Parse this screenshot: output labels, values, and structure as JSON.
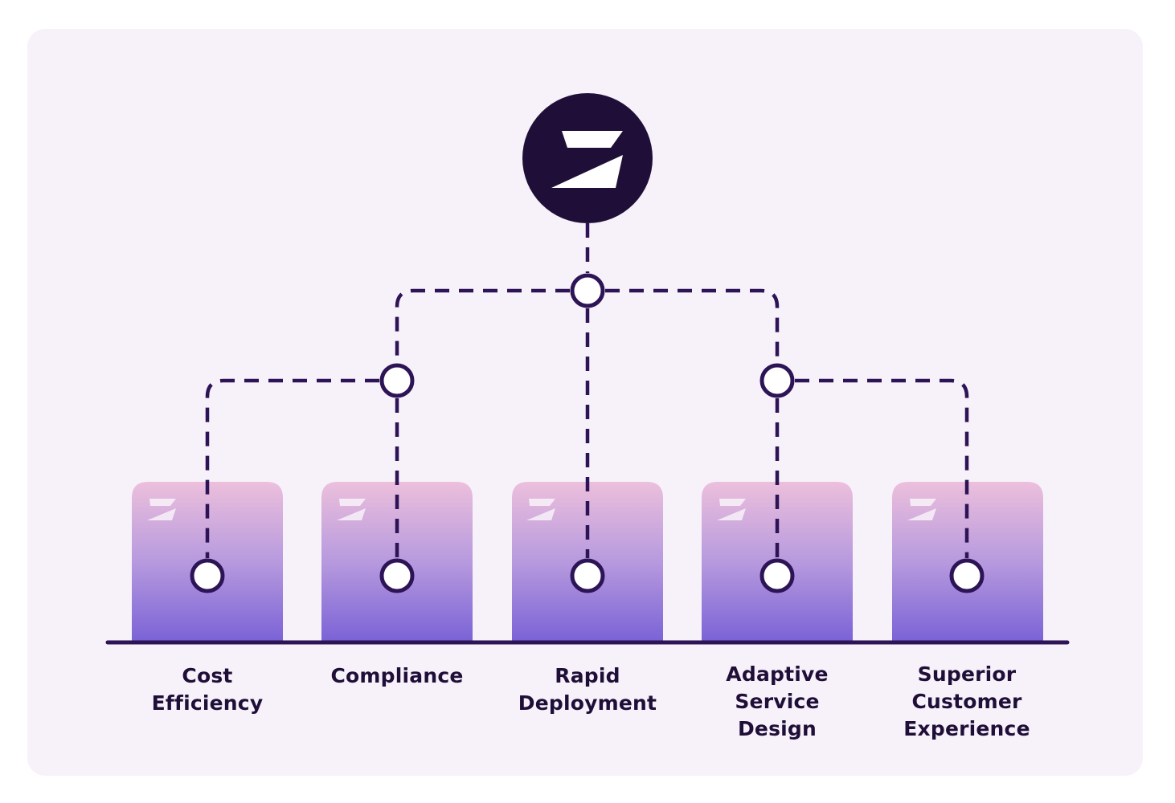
{
  "hub": {
    "icon": "z-logo-icon"
  },
  "columns": [
    {
      "label": "Cost\nEfficiency"
    },
    {
      "label": "Compliance"
    },
    {
      "label": "Rapid\nDeployment"
    },
    {
      "label": "Adaptive\nService\nDesign"
    },
    {
      "label": "Superior\nCustomer\nExperience"
    }
  ],
  "colors": {
    "background": "#f7f2fa",
    "ink": "#1f0f38",
    "connector": "#2d1456",
    "box_top": "#ecbfdc",
    "box_bottom": "#7b63d6",
    "node_fill": "#ffffff"
  }
}
